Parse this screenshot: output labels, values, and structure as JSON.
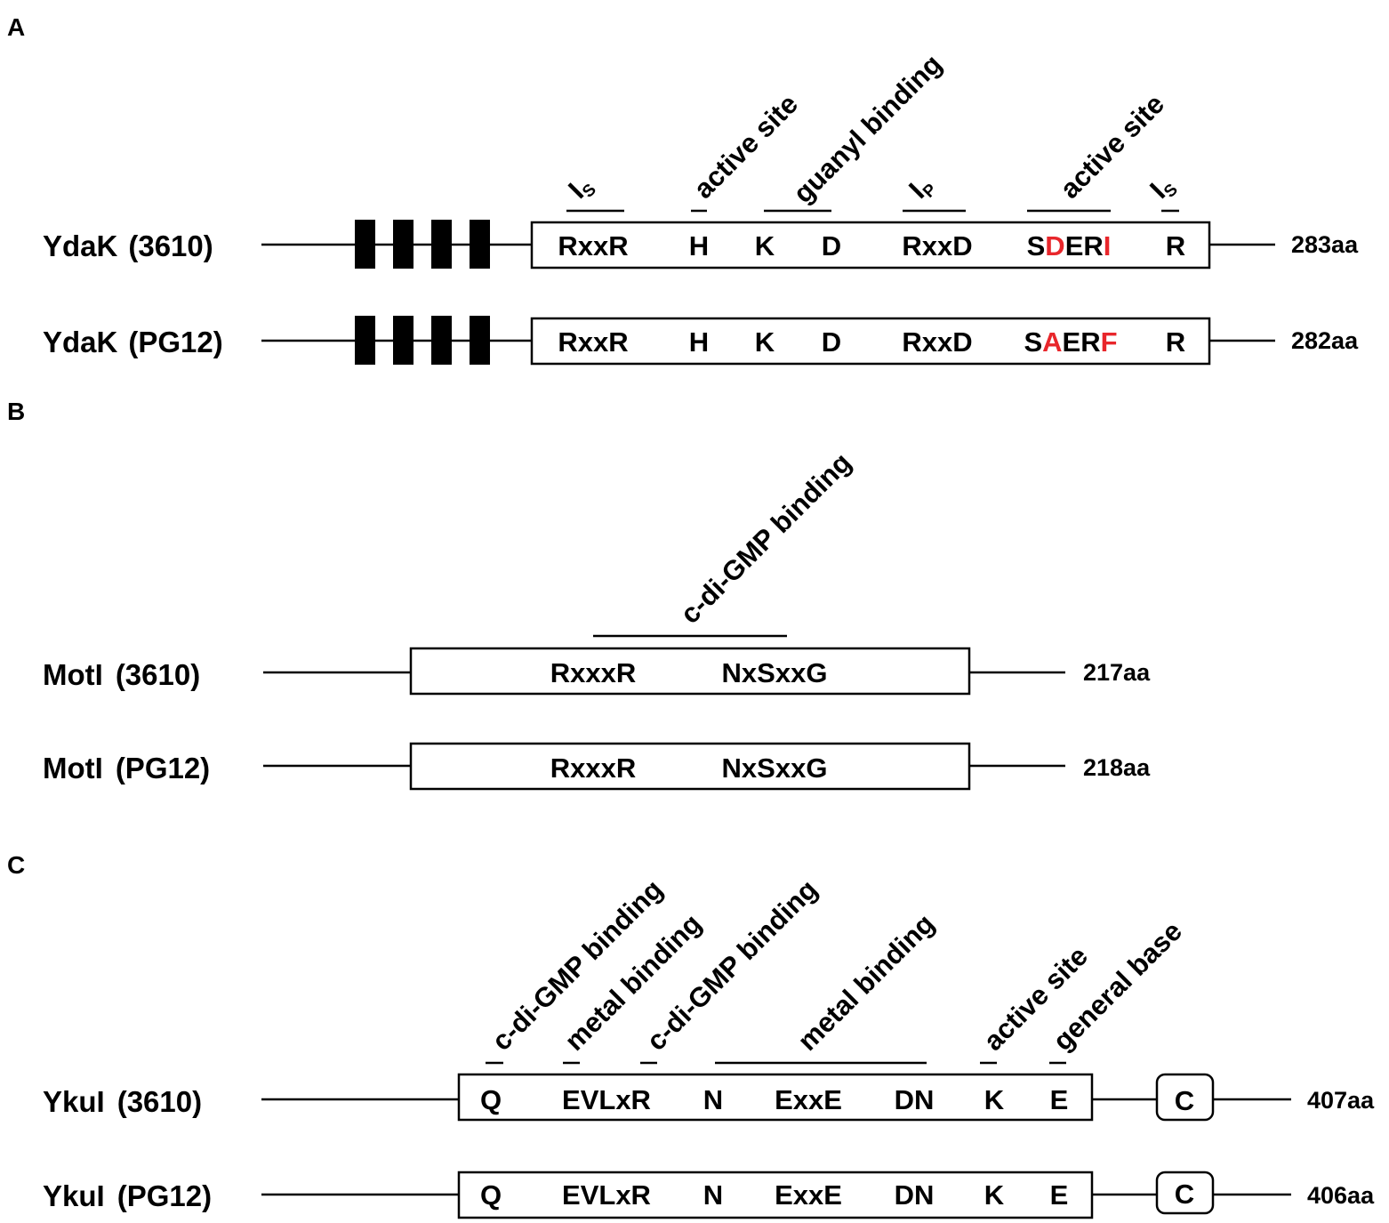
{
  "colors": {
    "text": "#000000",
    "mutation": "#e8262b",
    "background": "#ffffff"
  },
  "panels": {
    "A": {
      "label": "A",
      "proteins": [
        {
          "name": "YdaK",
          "strain": "(3610)",
          "length": "283aa",
          "motifs": [
            "RxxR",
            "H",
            "K",
            "D",
            "RxxD",
            "R"
          ],
          "variable_motif": [
            "S",
            "D",
            "E",
            "R",
            "I"
          ]
        },
        {
          "name": "YdaK",
          "strain": "(PG12)",
          "length": "282aa",
          "motifs": [
            "RxxR",
            "H",
            "K",
            "D",
            "RxxD",
            "R"
          ],
          "variable_motif": [
            "S",
            "A",
            "E",
            "R",
            "F"
          ]
        }
      ],
      "annotations": [
        {
          "text": "I",
          "sub": "S"
        },
        {
          "text": "active site"
        },
        {
          "text": "guanyl binding"
        },
        {
          "text": "I",
          "sub": "P"
        },
        {
          "text": "active site"
        },
        {
          "text": "I",
          "sub": "S"
        }
      ]
    },
    "B": {
      "label": "B",
      "proteins": [
        {
          "name": "MotI",
          "strain": "(3610)",
          "length": "217aa",
          "motifs": [
            "RxxxR",
            "NxSxxG"
          ]
        },
        {
          "name": "MotI",
          "strain": "(PG12)",
          "length": "218aa",
          "motifs": [
            "RxxxR",
            "NxSxxG"
          ]
        }
      ],
      "annotations": [
        {
          "text": "c-di-GMP binding"
        }
      ]
    },
    "C": {
      "label": "C",
      "proteins": [
        {
          "name": "YkuI",
          "strain": "(3610)",
          "length": "407aa",
          "motifs": [
            "Q",
            "EVLxR",
            "N",
            "ExxE",
            "DN",
            "K",
            "E"
          ],
          "extra_domain": "C"
        },
        {
          "name": "YkuI",
          "strain": "(PG12)",
          "length": "406aa",
          "motifs": [
            "Q",
            "EVLxR",
            "N",
            "ExxE",
            "DN",
            "K",
            "E"
          ],
          "extra_domain": "C"
        }
      ],
      "annotations": [
        {
          "text": "c-di-GMP binding"
        },
        {
          "text": "metal binding"
        },
        {
          "text": "c-di-GMP binding"
        },
        {
          "text": "metal binding"
        },
        {
          "text": "active site"
        },
        {
          "text": "general base"
        }
      ]
    }
  }
}
